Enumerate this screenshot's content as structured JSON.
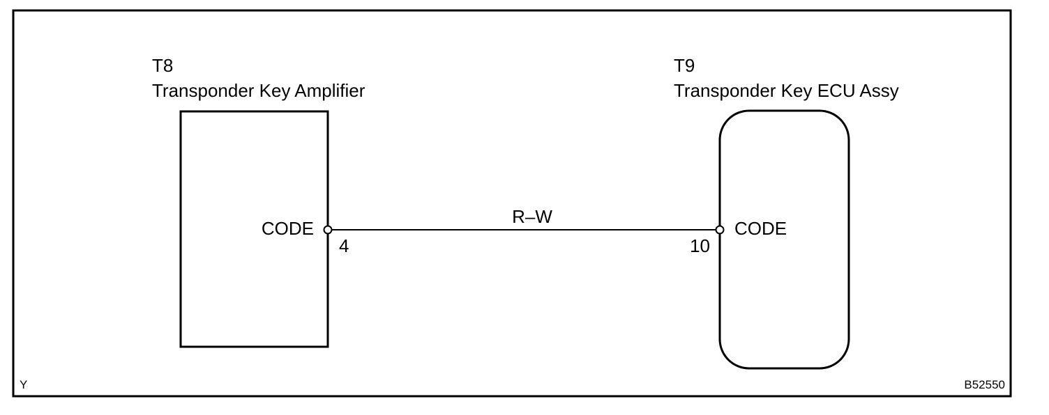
{
  "left_component": {
    "code": "T8",
    "name": "Transponder Key Amplifier",
    "pin_label": "CODE",
    "pin_number": "4"
  },
  "right_component": {
    "code": "T9",
    "name": "Transponder Key ECU Assy",
    "pin_label": "CODE",
    "pin_number": "10"
  },
  "wire": {
    "color_code": "R–W"
  },
  "corner_marks": {
    "bottom_left": "Y",
    "bottom_right": "B52550"
  }
}
